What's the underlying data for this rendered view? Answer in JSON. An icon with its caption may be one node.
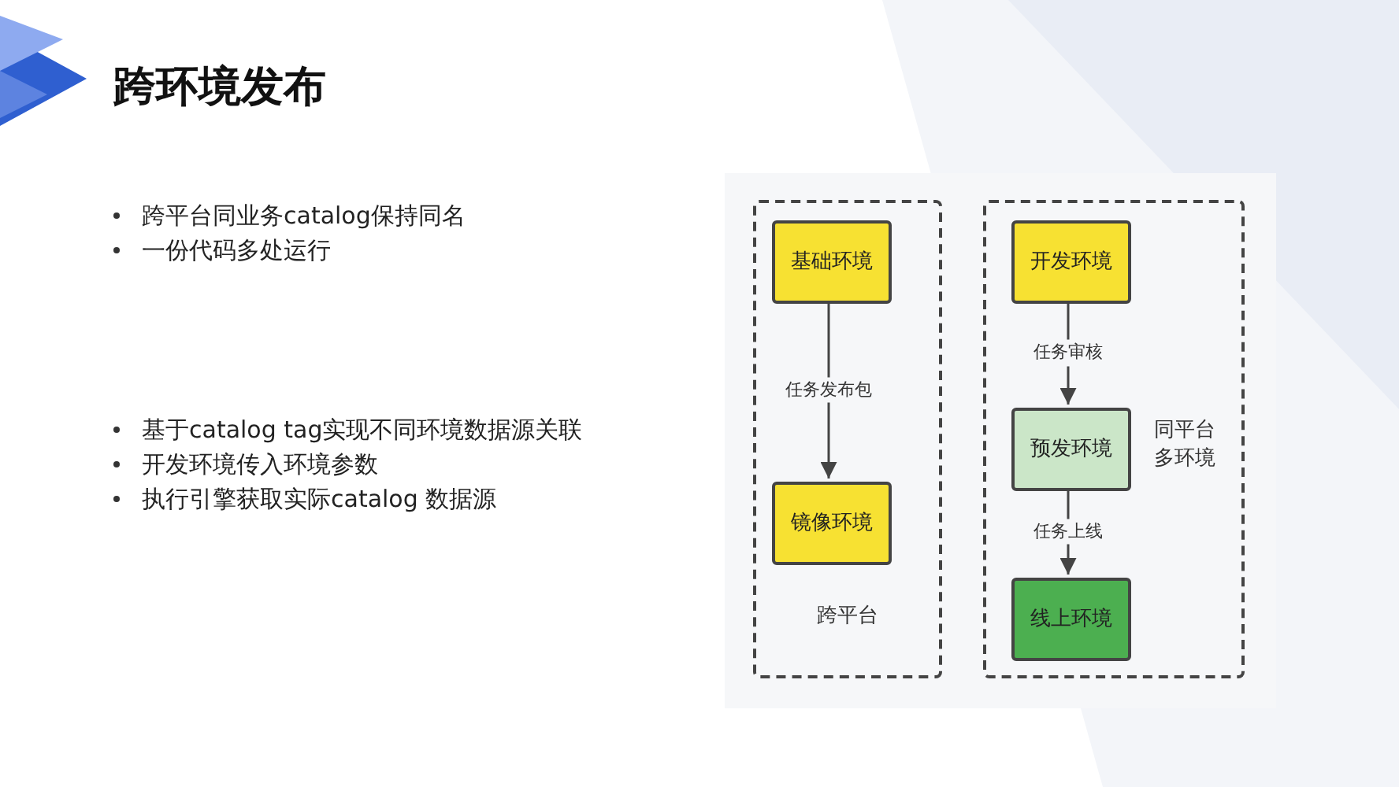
{
  "diagram": {
    "title": "跨环境发布",
    "nodes": [
      {
        "text": [
          "跨平台"
        ]
      },
      {
        "text": [
          "基础环境"
        ],
        "in": 0
      },
      {
        "text": [
          "镜像环境"
        ],
        "in": 0
      },
      {
        "text": [
          "同平台多环境"
        ]
      },
      {
        "text": [
          "开发环境"
        ],
        "in": 3
      },
      {
        "text": [
          "预发环境"
        ],
        "in": 3
      },
      {
        "text": [
          "线上环境"
        ],
        "in": 3
      }
    ],
    "edges": [
      {
        "from": 1,
        "to": 2,
        "arrow": "to",
        "label": "任务发布包"
      },
      {
        "from": 4,
        "to": 5,
        "arrow": "to",
        "label": "任务审核"
      },
      {
        "from": 5,
        "to": 6,
        "arrow": "to",
        "label": "任务上线"
      }
    ],
    "labels": [
      "跨平台同业务catalog保持同名",
      "一份代码多处运行",
      "基于catalog tag实现不同环境数据源关联",
      "开发环境传入环境参数",
      "执行引擎获取实际catalog 数据源"
    ]
  }
}
